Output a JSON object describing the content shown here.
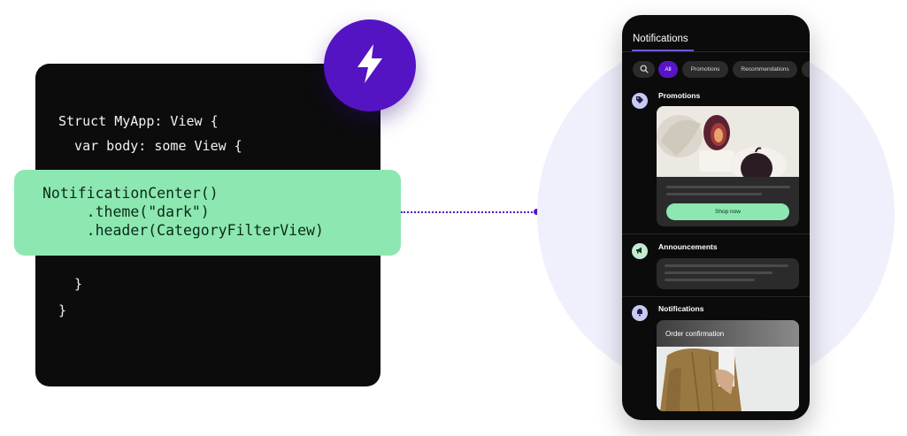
{
  "code": {
    "line1": "Struct MyApp: View {",
    "line2": "  var body: some View {",
    "highlight_line1": "NotificationCenter()",
    "highlight_line2": "     .theme(\"dark\")",
    "highlight_line3": "     .header(CategoryFilterView)",
    "closing1": "  }",
    "closing2": "}"
  },
  "badge_icon": "lightning-bolt-icon",
  "colors": {
    "accent_purple": "#5414c4",
    "highlight_green": "#8ce8b0",
    "code_bg": "#0c0c0c",
    "phone_bg": "#0b0b0b"
  },
  "phone": {
    "title": "Notifications",
    "filters": [
      "All",
      "Promotions",
      "Recommendations"
    ],
    "active_filter": "All",
    "sections": [
      {
        "title": "Promotions",
        "icon": "tag-icon",
        "button_label": "Shop now"
      },
      {
        "title": "Announcements",
        "icon": "megaphone-icon"
      },
      {
        "title": "Notifications",
        "icon": "bell-icon",
        "card_label": "Order confirmation"
      }
    ]
  }
}
